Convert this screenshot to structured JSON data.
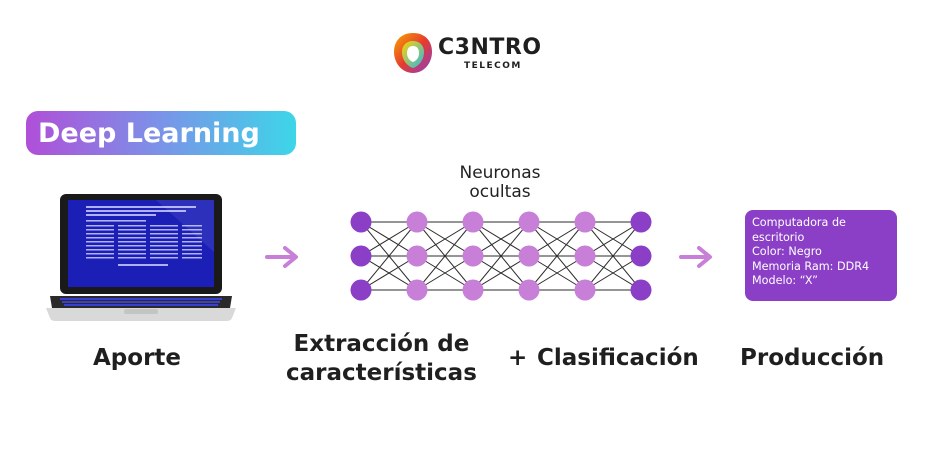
{
  "logo": {
    "name": "C3NTRO",
    "sub": "TELECOM"
  },
  "badge": {
    "text": "Deep Learning"
  },
  "network": {
    "hidden_label_line1": "Neuronas",
    "hidden_label_line2": "ocultas",
    "layers": 6,
    "nodes_per_layer": 3,
    "colors": {
      "outer": "#8b3fc6",
      "hidden": "#c77fd8",
      "edge": "#2b2b2b"
    }
  },
  "output_card": {
    "lines": [
      "Computadora de",
      "escritorio",
      "Color: Negro",
      "Memoria Ram: DDR4",
      "Modelo: “X”"
    ]
  },
  "stages": {
    "input": "Aporte",
    "extraction_line1": "Extracción de",
    "extraction_line2": "características",
    "plus": "+",
    "classification": "Clasificación",
    "output": "Producción"
  },
  "colors": {
    "accent_purple": "#8b3fc6",
    "arrow": "#c77fd8",
    "screen_blue": "#1b1fb5"
  }
}
